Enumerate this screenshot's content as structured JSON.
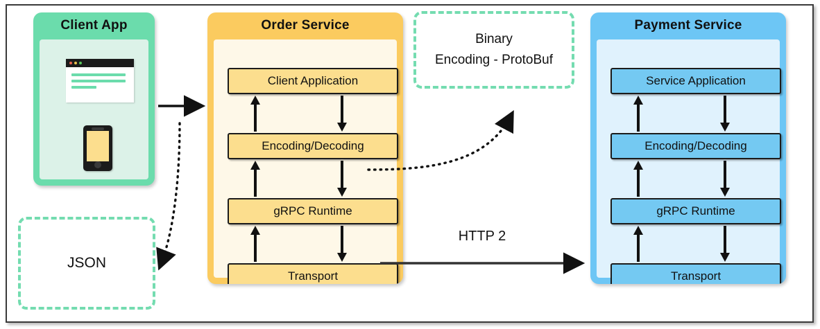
{
  "diagram": {
    "title": "gRPC communication between Order Service and Payment Service",
    "colors": {
      "client_header": "#6BDCAC",
      "client_body": "#DCF2E8",
      "order_header": "#FBCB5F",
      "order_body": "#FEF8E8",
      "order_layer": "#FCDE8E",
      "payment_header": "#6DC6F5",
      "payment_body": "#E0F2FD",
      "payment_layer": "#74C9F2",
      "note_border": "#74DCB0",
      "arrow": "#111111",
      "frame_border": "#3A3A3A"
    }
  },
  "client_app": {
    "title": "Client App",
    "icons": [
      "browser-window-icon",
      "mobile-phone-icon"
    ]
  },
  "order_service": {
    "title": "Order Service",
    "layers": [
      {
        "label": "Client Application"
      },
      {
        "label": "Encoding/Decoding"
      },
      {
        "label": "gRPC Runtime"
      },
      {
        "label": "Transport"
      }
    ]
  },
  "payment_service": {
    "title": "Payment Service",
    "layers": [
      {
        "label": "Service Application"
      },
      {
        "label": "Encoding/Decoding"
      },
      {
        "label": "gRPC Runtime"
      },
      {
        "label": "Transport"
      }
    ]
  },
  "notes": {
    "protobuf": {
      "line1": "Binary",
      "line2": "Encoding - ProtoBuf"
    },
    "json": {
      "line1": "JSON"
    }
  },
  "connectors": {
    "client_to_order": "solid-arrow-right",
    "order_to_json": "dotted-arrow-curve",
    "order_to_protobuf": "dotted-arrow-curve",
    "transport_link_label": "HTTP 2",
    "transport_link": "solid-arrow-right"
  }
}
